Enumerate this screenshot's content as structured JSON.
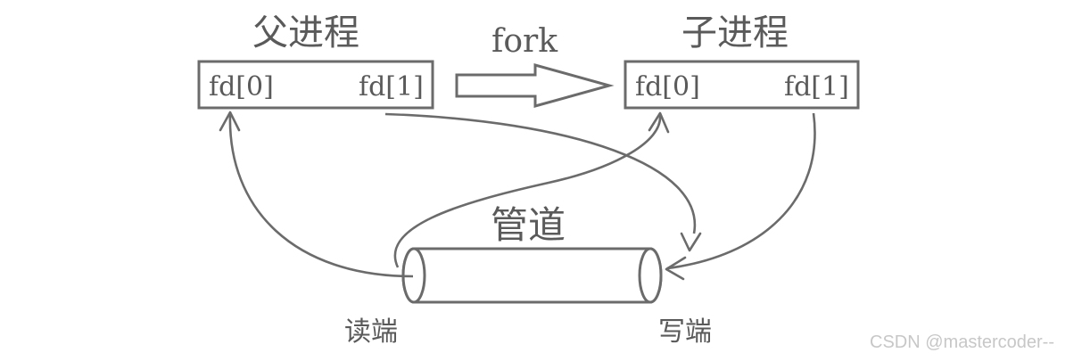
{
  "parent": {
    "title": "父进程",
    "fd0": "fd[0]",
    "fd1": "fd[1]"
  },
  "child": {
    "title": "子进程",
    "fd0": "fd[0]",
    "fd1": "fd[1]"
  },
  "fork_label": "fork",
  "pipe": {
    "title": "管道",
    "read_end": "读端",
    "write_end": "写端"
  },
  "watermark": "CSDN @mastercoder--",
  "colors": {
    "stroke": "#6b6b6b",
    "text": "#5a5a5a",
    "watermark": "#c7c7c7"
  }
}
